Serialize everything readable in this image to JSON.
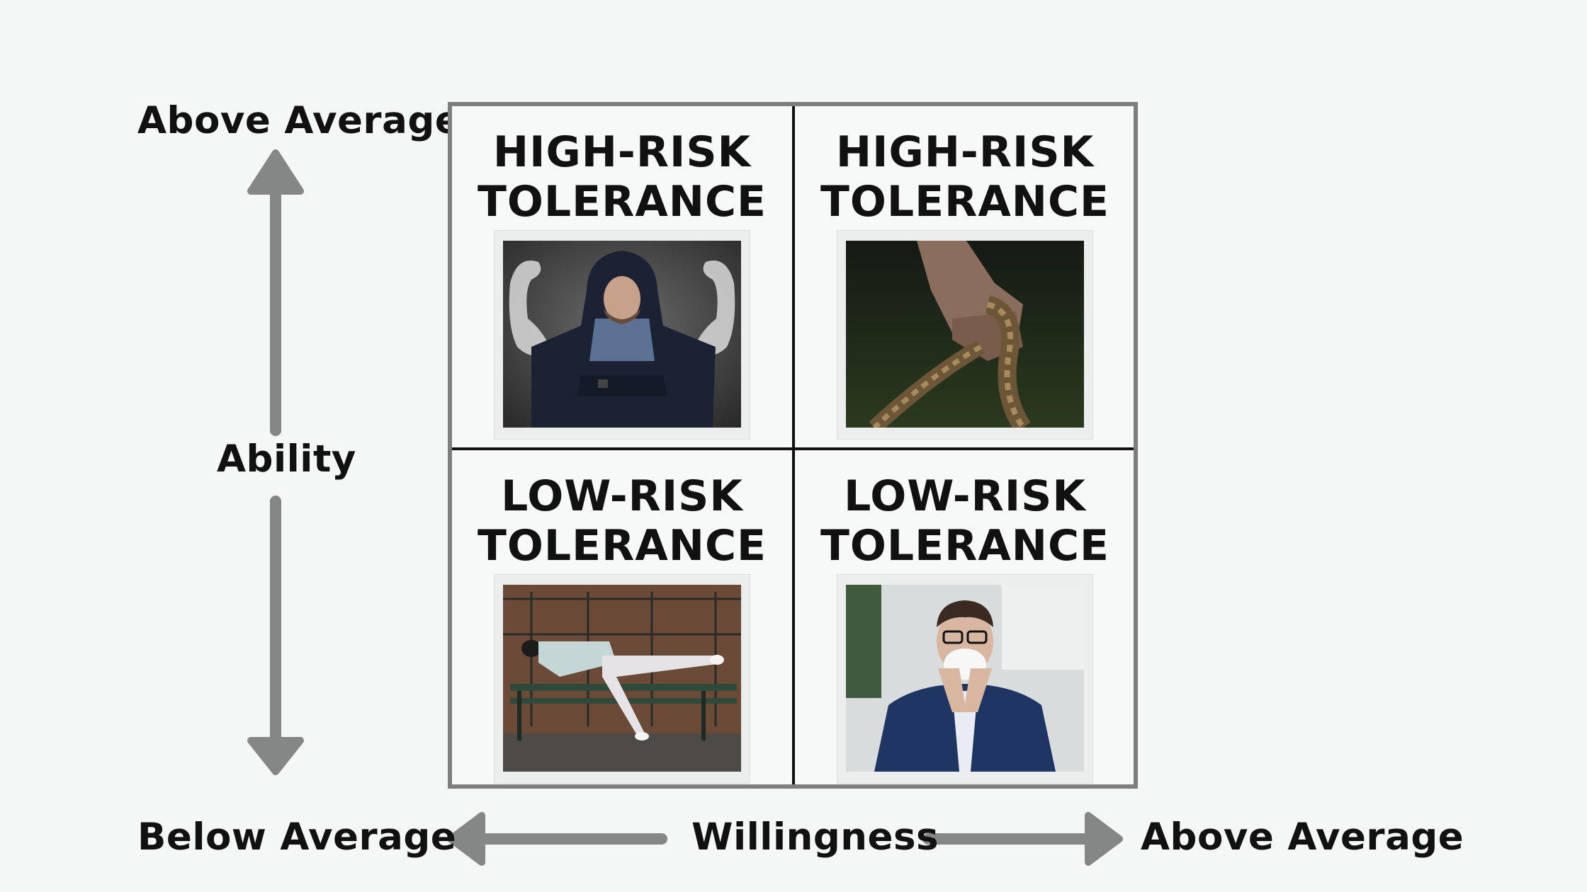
{
  "axes": {
    "y_top_label": "Above Average",
    "y_title": "Ability",
    "x_left_label": "Below Average",
    "x_title": "Willingness",
    "x_right_label": "Above Average"
  },
  "quadrants": [
    {
      "title_line1": "HIGH-RISK",
      "title_line2": "TOLERANCE",
      "image": "man-in-hoodie-with-muscle-arm-drawings"
    },
    {
      "title_line1": "HIGH-RISK",
      "title_line2": "TOLERANCE",
      "image": "hand-gripping-rope"
    },
    {
      "title_line1": "LOW-RISK",
      "title_line2": "TOLERANCE",
      "image": "woman-lying-on-park-bench"
    },
    {
      "title_line1": "LOW-RISK",
      "title_line2": "TOLERANCE",
      "image": "man-sneezing-into-tissue"
    }
  ],
  "colors": {
    "background": "#f3f7f6",
    "arrow": "#858786",
    "border": "#7d7f7e",
    "text": "#111111"
  }
}
